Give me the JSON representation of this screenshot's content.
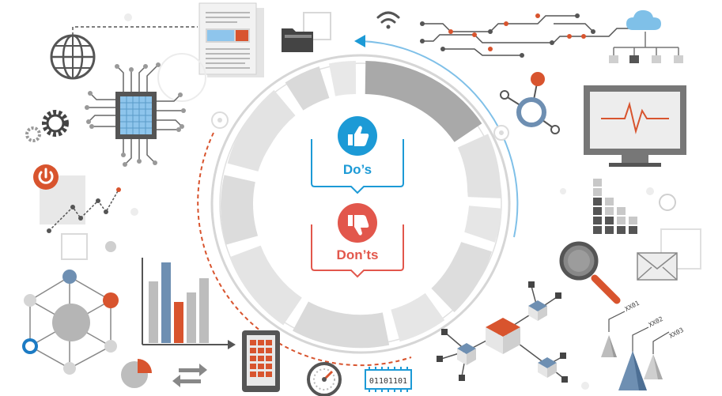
{
  "center": {
    "dos_label": "Do’s",
    "donts_label": "Don’ts"
  },
  "binary_chip": {
    "text": "01101101"
  },
  "triangle_labels": [
    "XX01",
    "XX02",
    "XX03"
  ],
  "colors": {
    "blue": "#1c9ad6",
    "red": "#e2574c",
    "orange": "#d8542e",
    "gray": "#bdbdbd",
    "dark": "#555555",
    "steel": "#6e8fb2"
  },
  "icons": [
    "globe-icon",
    "document-icon",
    "folder-icon",
    "wifi-icon",
    "cloud-icon",
    "cpu-chip-icon",
    "gear-icon",
    "power-icon",
    "line-chart-icon",
    "monitor-pulse-icon",
    "bar-chart-icon",
    "magnifier-icon",
    "envelope-icon",
    "network-hub-icon",
    "pie-chart-icon",
    "swap-arrows-icon",
    "tablet-icon",
    "speedometer-icon",
    "cube-network-icon",
    "pyramid-icon",
    "thumbs-up-icon",
    "thumbs-down-icon"
  ]
}
